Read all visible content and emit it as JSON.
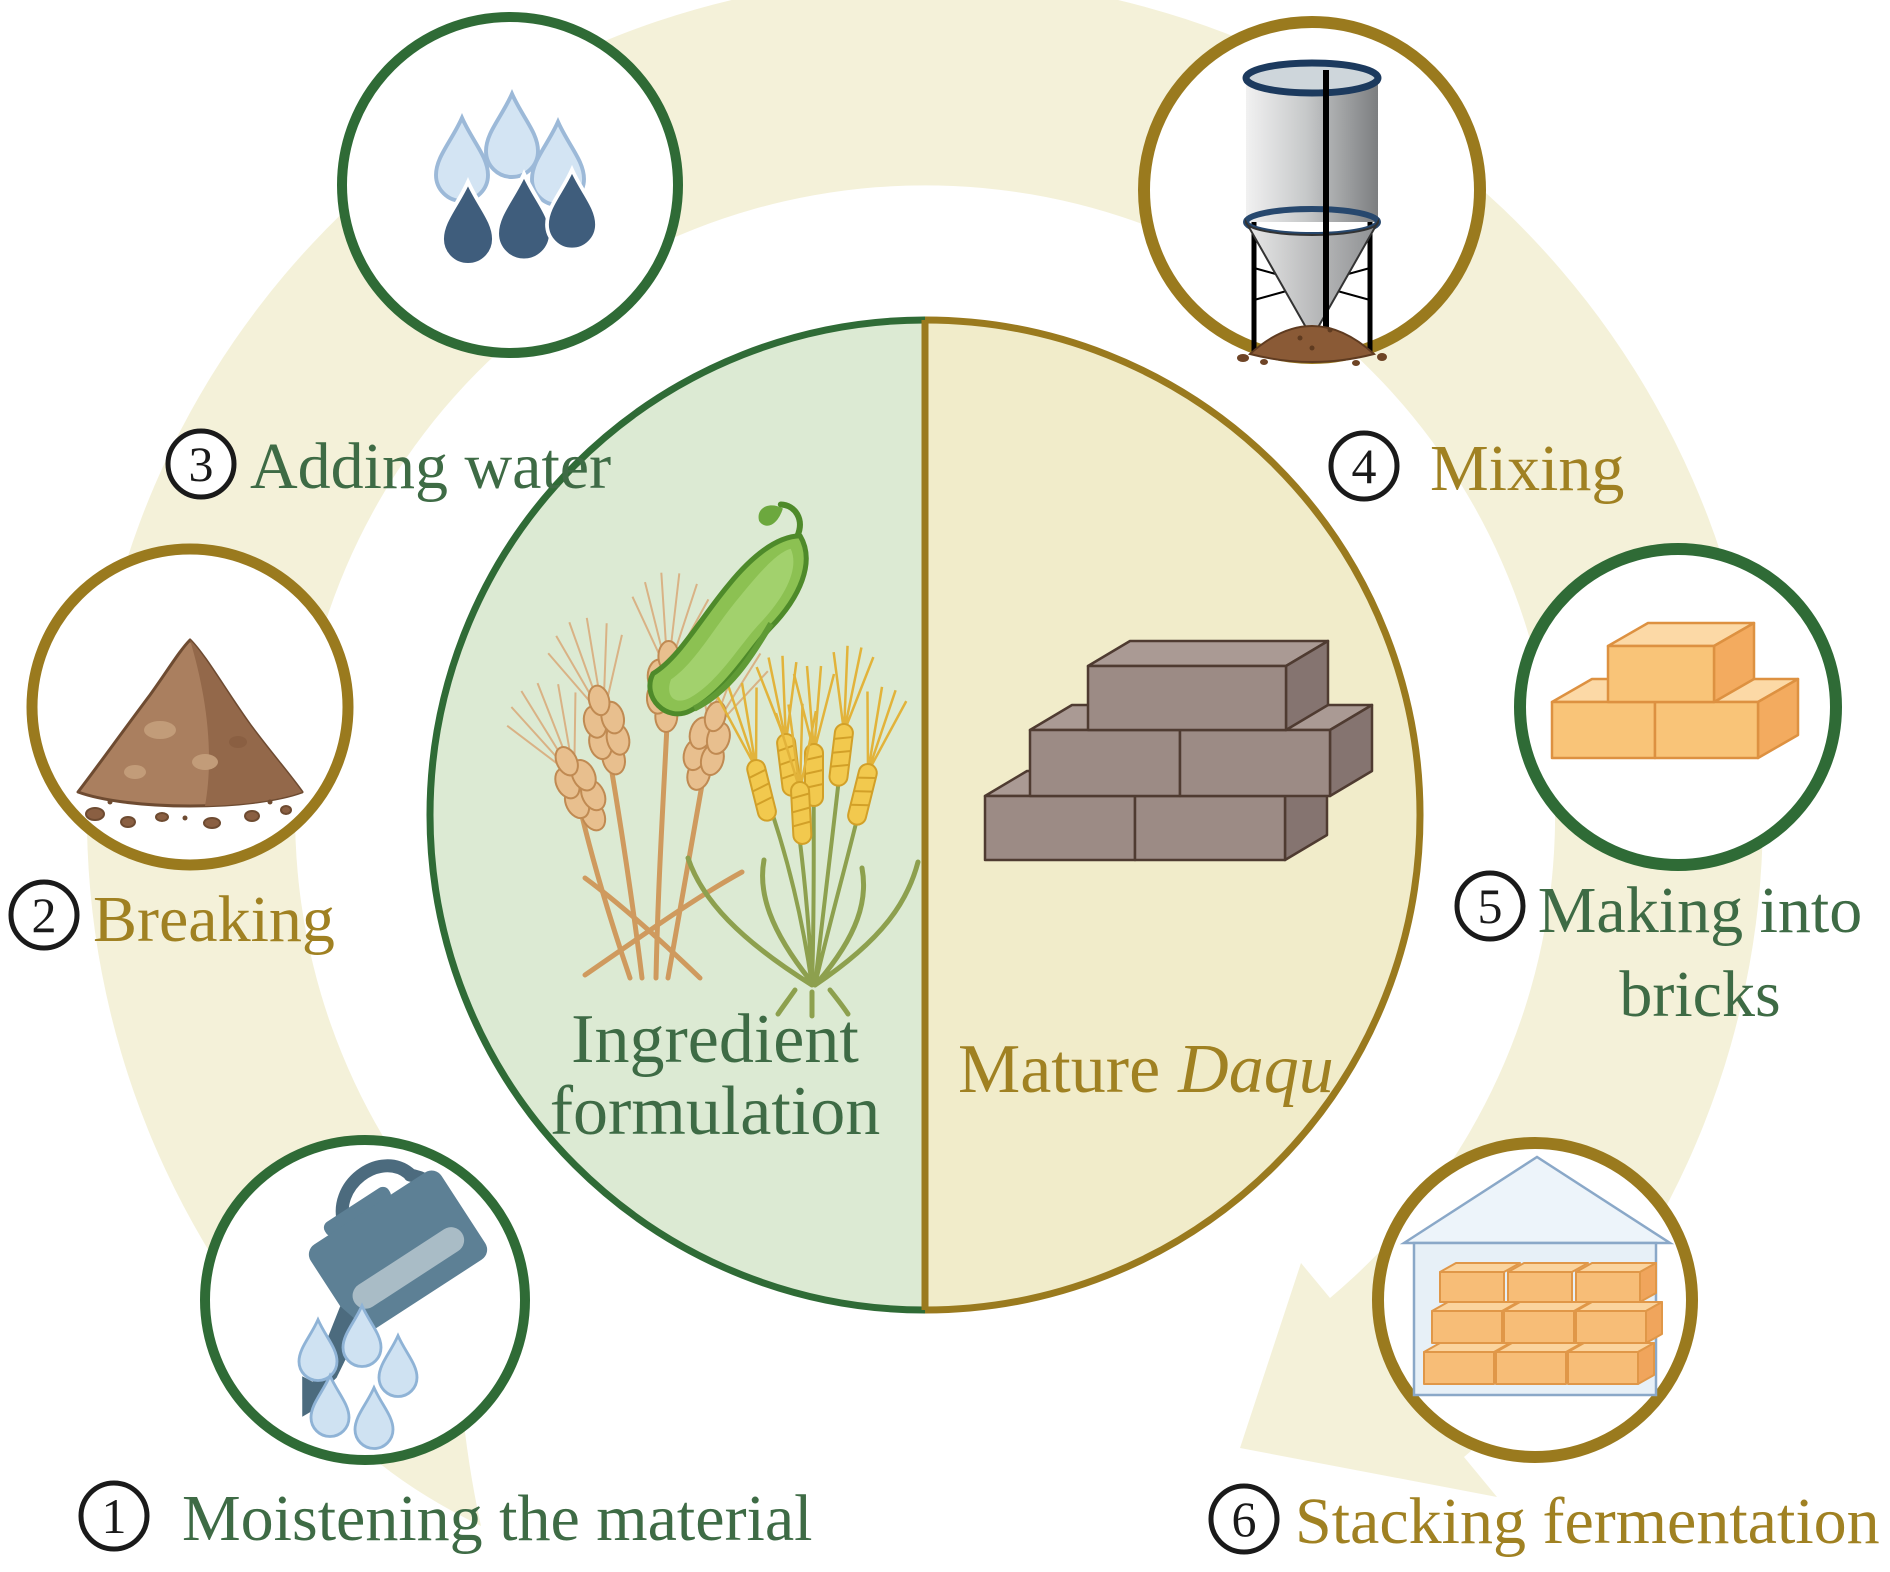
{
  "diagram": {
    "center": {
      "left_half": {
        "label_line1": "Ingredient",
        "label_line2": "formulation",
        "icons": [
          "wheat-icon",
          "barley-icon",
          "bean-pod-icon"
        ]
      },
      "right_half": {
        "label_regular": "Mature",
        "label_italic": "Daqu",
        "icons": [
          "daqu-brick-stack-icon"
        ]
      }
    },
    "steps": [
      {
        "number": "1",
        "label": "Moistening the material",
        "icon": "watering-can-icon"
      },
      {
        "number": "2",
        "label": "Breaking",
        "icon": "powder-pile-icon"
      },
      {
        "number": "3",
        "label": "Adding water",
        "icon": "water-drops-icon"
      },
      {
        "number": "4",
        "label": "Mixing",
        "icon": "mixing-hopper-icon"
      },
      {
        "number": "5",
        "label_line1": "Making into",
        "label_line2": "bricks",
        "icon": "formed-bricks-icon"
      },
      {
        "number": "6",
        "label": "Stacking fermentation",
        "icon": "stacking-room-icon"
      }
    ],
    "colors": {
      "green_text": "#3e6b45",
      "green_border": "#2f6b36",
      "gold_text": "#a08122",
      "gold_border": "#9a7a1e",
      "band": "#f4f1d9",
      "left_half_fill": "#dcead3",
      "right_half_fill": "#f1ecca",
      "number_color": "#1a1a1a"
    }
  }
}
